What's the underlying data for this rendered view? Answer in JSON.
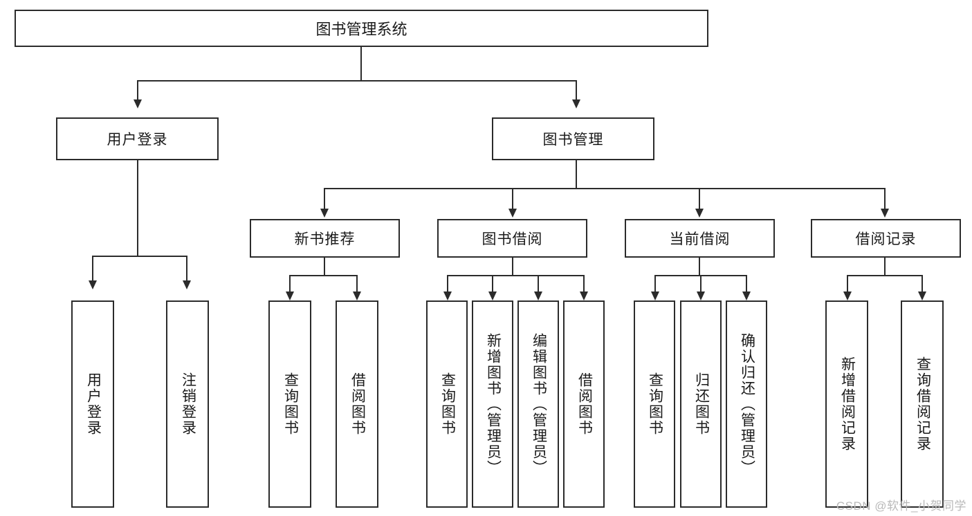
{
  "diagram": {
    "title": "图书管理系统",
    "type": "tree-hierarchy-chart",
    "root": {
      "label": "图书管理系统"
    },
    "level2": [
      {
        "label": "用户登录"
      },
      {
        "label": "图书管理"
      }
    ],
    "level3": [
      {
        "label": "新书推荐"
      },
      {
        "label": "图书借阅"
      },
      {
        "label": "当前借阅"
      },
      {
        "label": "借阅记录"
      }
    ],
    "leaves": {
      "user_login": [
        {
          "label": "用户登录"
        },
        {
          "label": "注销登录"
        }
      ],
      "new_book_recommend": [
        {
          "label": "查询图书"
        },
        {
          "label": "借阅图书"
        }
      ],
      "book_borrow": [
        {
          "label": "查询图书"
        },
        {
          "label": "新增图书（管理员）"
        },
        {
          "label": "编辑图书（管理员）"
        },
        {
          "label": "借阅图书"
        }
      ],
      "current_borrow": [
        {
          "label": "查询图书"
        },
        {
          "label": "归还图书"
        },
        {
          "label": "确认归还（管理员）"
        }
      ],
      "borrow_record": [
        {
          "label": "新增借阅记录"
        },
        {
          "label": "查询借阅记录"
        }
      ]
    }
  },
  "watermark": {
    "text": "CSDN @软件_小贺同学"
  },
  "colors": {
    "border": "#2b2b2b",
    "background": "#ffffff",
    "text": "#1a1a1a",
    "watermark": "#b9b9b9"
  }
}
